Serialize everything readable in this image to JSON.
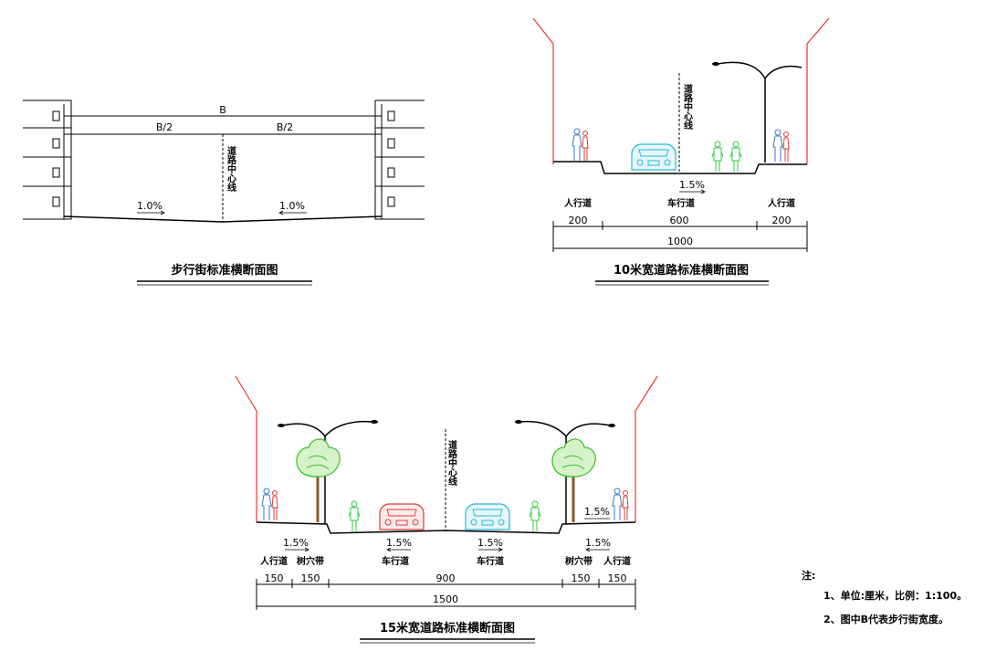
{
  "diagrams": {
    "pedestrian": {
      "total_width_label": "B",
      "half_width_label": "B/2",
      "centerline_label": "道路中心线",
      "slope_left": "1.0%",
      "slope_right": "1.0%",
      "title": "步行街标准横断面图"
    },
    "road10": {
      "centerline_label": "道路中心线",
      "slope": "1.5%",
      "sidewalk_label": "人行道",
      "carriageway_label": "车行道",
      "dims": [
        "200",
        "600",
        "200"
      ],
      "total": "1000",
      "title": "10米宽道路标准横断面图"
    },
    "road15": {
      "centerline_label": "道路中心线",
      "slope": "1.5%",
      "sidewalk_label": "人行道",
      "tree_pit_label": "树穴带",
      "carriageway_label": "车行道",
      "dims": [
        "150",
        "150",
        "900",
        "150",
        "150"
      ],
      "total": "1500",
      "title": "15米宽道路标准横断面图"
    }
  },
  "colors": {
    "building_red": "#e33",
    "pedestrian_blue": "#3a7ac8",
    "car_cyan": "#29b6d6",
    "car_red": "#e53935",
    "cyclist_green": "#2ecc40",
    "tree_green": "#3cbd2c",
    "tree_trunk": "#8b5a2b"
  },
  "notes": {
    "heading": "注:",
    "line1": "1、单位:厘米，比例：1:100。",
    "line2": "2、图中B代表步行街宽度。"
  }
}
